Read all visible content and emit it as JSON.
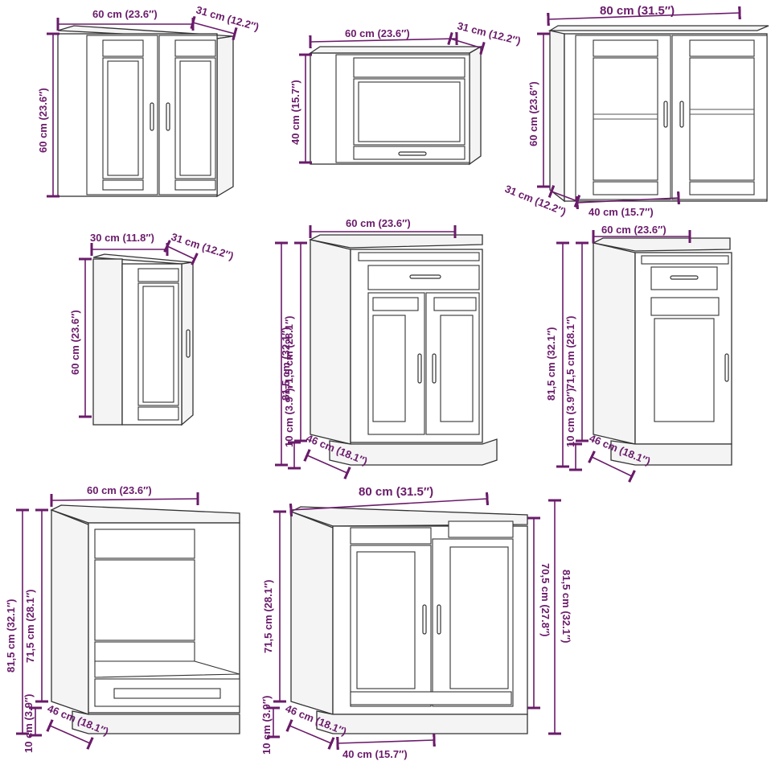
{
  "colors": {
    "dimension": "#6a1b6a",
    "outline": "#333333",
    "side_shade": "#f4f4f4"
  },
  "cabinets": {
    "wall_double": {
      "width": "60 cm (23.6″)",
      "depth": "31 cm (12.2″)",
      "height": "60 cm (23.6″)"
    },
    "wall_flap": {
      "width": "60 cm (23.6″)",
      "depth": "31 cm (12.2″)",
      "height": "40 cm (15.7″)"
    },
    "wall_glass": {
      "width": "80 cm (31.5″)",
      "height": "60 cm (23.6″)",
      "depth": "31 cm (12.2″)",
      "inner_width": "40 cm (15.7″)"
    },
    "wall_single": {
      "width": "30 cm (11.8″)",
      "depth": "31 cm (12.2″)",
      "height": "60 cm (23.6″)"
    },
    "base_drawer_double": {
      "width": "60 cm (23.6″)",
      "total_height": "81,5 cm (32.1″)",
      "body_height": "71,5 cm (28.1″)",
      "plinth": "10 cm (3.9″)",
      "depth": "46 cm (18.1″)"
    },
    "base_drawer_single": {
      "width": "60 cm (23.6″)",
      "total_height": "81,5 cm (32.1″)",
      "body_height": "71,5 cm (28.1″)",
      "plinth": "10 cm (3.9″)",
      "depth": "46 cm (18.1″)"
    },
    "oven_housing": {
      "width": "60 cm (23.6″)",
      "total_height": "81,5 cm (32.1″)",
      "body_height": "71,5 cm (28.1″)",
      "plinth": "10 cm (3.9″)",
      "depth": "46 cm (18.1″)"
    },
    "sink_base": {
      "width": "80 cm (31.5″)",
      "body_height": "71,5 cm (28.1″)",
      "plinth": "10 cm (3.9″)",
      "depth": "46 cm (18.1″)",
      "inner_width": "40 cm (15.7″)",
      "inner_height": "70,5 cm (27.8″)",
      "total_height": "81,5 cm (32.1″)"
    }
  }
}
